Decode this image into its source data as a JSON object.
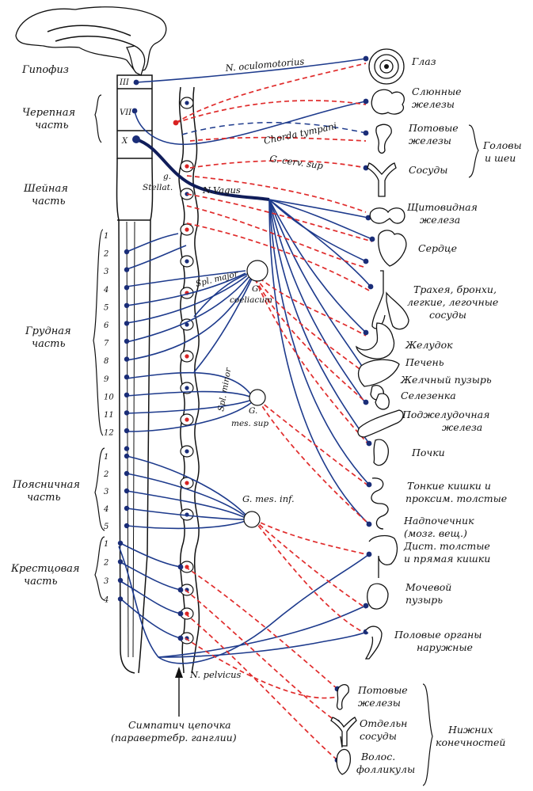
{
  "regions": {
    "pituitary": "Гипофиз",
    "cranial": [
      "Черепная",
      "часть"
    ],
    "cervical": [
      "Шейная",
      "часть"
    ],
    "thoracic": [
      "Грудная",
      "часть"
    ],
    "lumbar": [
      "Поясничная",
      "часть"
    ],
    "sacral": [
      "Крестцовая",
      "часть"
    ]
  },
  "cranial_nerves": [
    "III",
    "VII",
    "X"
  ],
  "segments": {
    "thoracic": [
      "1",
      "2",
      "3",
      "4",
      "5",
      "6",
      "7",
      "8",
      "9",
      "10",
      "11",
      "12"
    ],
    "lumbar": [
      "1",
      "2",
      "3",
      "4",
      "5"
    ],
    "sacral": [
      "1",
      "2",
      "3",
      "4"
    ]
  },
  "nerves": {
    "oculomotorius": "N. oculomotorius",
    "chorda_tympani": "Chorda tympani",
    "cerv_sup": "G. cerv. sup",
    "stellat_1": "g.",
    "stellat_2": "Stellat.",
    "vagus": "N.Vagus",
    "spl_major": "Spl. major",
    "coeliacum_1": "G.",
    "coeliacum_2": "coeliacum",
    "spl_minor": "Spl. minor",
    "mes_sup_1": "G.",
    "mes_sup_2": "mes. sup",
    "mes_inf": "G. mes. inf.",
    "pelvicus": "N. pelvicus"
  },
  "organs": {
    "eye": "Глаз",
    "salivary": [
      "Слюнные",
      "железы"
    ],
    "sweat_head": [
      "Потовые",
      "железы"
    ],
    "vessels_head": "Сосуды",
    "head_neck": [
      "Головы",
      "и шеи"
    ],
    "thyroid": [
      "Щитовидная",
      "железа"
    ],
    "heart": "Сердце",
    "lungs": [
      "Трахея, бронхи,",
      "легкие, легочные",
      "сосуды"
    ],
    "stomach": "Желудок",
    "liver": "Печень",
    "gallbladder": "Желчный пузырь",
    "spleen": "Селезенка",
    "pancreas": [
      "Поджелудочная",
      "железа"
    ],
    "kidneys": "Почки",
    "small_intestine": [
      "Тонкие кишки и",
      "проксим. толстые"
    ],
    "adrenal": [
      "Надпочечник",
      "(мозг. вещ.)"
    ],
    "large_intestine": [
      "Дист. толстые",
      "и прямая кишки"
    ],
    "bladder": [
      "Мочевой",
      "пузырь"
    ],
    "genitals": [
      "Половые органы",
      "наружные"
    ],
    "sweat_limb": [
      "Потовые",
      "железы"
    ],
    "vessels_limb": [
      "Отдельн",
      "сосуды"
    ],
    "hair": [
      "Волос.",
      "фолликулы"
    ],
    "lower_limbs": [
      "Нижних",
      "конечностей"
    ]
  },
  "chain_caption": [
    "Симпатич цепочка",
    "(паравертебр. ганглии)"
  ],
  "colors": {
    "parasympathetic": "#1d3a8c",
    "sympathetic": "#e02b2b",
    "outline": "#111111"
  }
}
